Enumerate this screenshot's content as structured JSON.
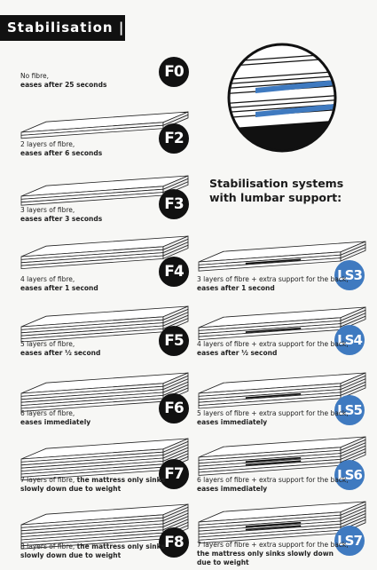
{
  "header": {
    "title": "Stabilisation"
  },
  "ls_heading": "Stabilisation systems with lumbar support:",
  "colors": {
    "ls_accent": "#3f7ac0",
    "badge_dark": "#111111",
    "header_bg": "#111111"
  },
  "f_items": [
    {
      "badge": "F0",
      "layers": 0,
      "line1": "No fibre,",
      "line2": "eases after 25 seconds"
    },
    {
      "badge": "F2",
      "layers": 2,
      "line1": "2 layers of fibre,",
      "line2": "eases after 6 seconds"
    },
    {
      "badge": "F3",
      "layers": 3,
      "line1": "3 layers of fibre,",
      "line2": "eases after 3 seconds"
    },
    {
      "badge": "F4",
      "layers": 4,
      "line1": "4 layers of fibre,",
      "line2": "eases after 1 second"
    },
    {
      "badge": "F5",
      "layers": 5,
      "line1": "5 layers of fibre,",
      "line2": "eases after ½ second"
    },
    {
      "badge": "F6",
      "layers": 6,
      "line1": "6 layers of fibre,",
      "line2": "eases immediately"
    },
    {
      "badge": "F7",
      "layers": 7,
      "line1a": "7 layers of fibre, ",
      "line1b": "the mattress only sinks",
      "line2": "slowly down due to weight"
    },
    {
      "badge": "F8",
      "layers": 8,
      "line1a": "8 layers of fibre, ",
      "line1b": "the mattress only sinks",
      "line2": "slowly down due to weight"
    }
  ],
  "ls_items": [
    {
      "badge": "LS3",
      "layers": 3,
      "line1": "3 layers of fibre + extra support for the back,",
      "line2": "eases after 1 second"
    },
    {
      "badge": "LS4",
      "layers": 4,
      "line1": "4 layers of fibre + extra support for the back,",
      "line2": "eases after ½ second"
    },
    {
      "badge": "LS5",
      "layers": 5,
      "line1": "5 layers of fibre + extra support for the back,",
      "line2": "eases immediately"
    },
    {
      "badge": "LS6",
      "layers": 6,
      "line1": "6 layers of fibre + extra support for the back,",
      "line2": "eases immediately"
    },
    {
      "badge": "LS7",
      "layers": 7,
      "line1": "7 layers of fibre + extra support for the back,",
      "line2": "the mattress only sinks slowly down",
      "line3": "due to weight"
    }
  ]
}
